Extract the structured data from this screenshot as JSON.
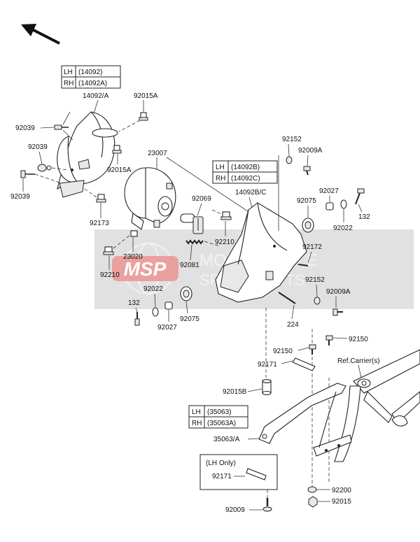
{
  "watermark": {
    "logo_text": "MSP",
    "line1": "MOTORCYCLE",
    "line2": "SPARE PARTS"
  },
  "boxes": {
    "cover_box": [
      {
        "side": "LH",
        "part": "(14092)"
      },
      {
        "side": "RH",
        "part": "(14092A)"
      }
    ],
    "bracket_box": [
      {
        "side": "LH",
        "part": "(14092B)"
      },
      {
        "side": "RH",
        "part": "(14092C)"
      }
    ],
    "stay_box": [
      {
        "side": "LH",
        "part": "(35063)"
      },
      {
        "side": "RH",
        "part": "(35063A)"
      }
    ],
    "lh_only_box": {
      "title": "(LH Only)",
      "part": "92171"
    }
  },
  "labels": {
    "l_14092a": "14092/A",
    "l_92015a_1": "92015A",
    "l_92039_1": "92039",
    "l_92039_2": "92039",
    "l_92039_3": "92039",
    "l_92015a_2": "92015A",
    "l_92173": "92173",
    "l_23007": "23007",
    "l_92069": "92069",
    "l_23020": "23020",
    "l_92081": "92081",
    "l_92210_1": "92210",
    "l_92210_2": "92210",
    "l_14092bc": "14092B/C",
    "l_92152_1": "92152",
    "l_92009a_1": "92009A",
    "l_92027_1": "92027",
    "l_92075_1": "92075",
    "l_132_1": "132",
    "l_92022_1": "92022",
    "l_92172": "92172",
    "l_92152_2": "92152",
    "l_92009a_2": "92009A",
    "l_92022_2": "92022",
    "l_132_2": "132",
    "l_92027_2": "92027",
    "l_92075_2": "92075",
    "l_224": "224",
    "l_92150_1": "92150",
    "l_92150_2": "92150",
    "l_92171": "92171",
    "l_ref_carrier": "Ref.Carrier(s)",
    "l_92015b": "92015B",
    "l_35063a": "35063/A",
    "l_92200": "92200",
    "l_92015": "92015",
    "l_92009": "92009"
  }
}
